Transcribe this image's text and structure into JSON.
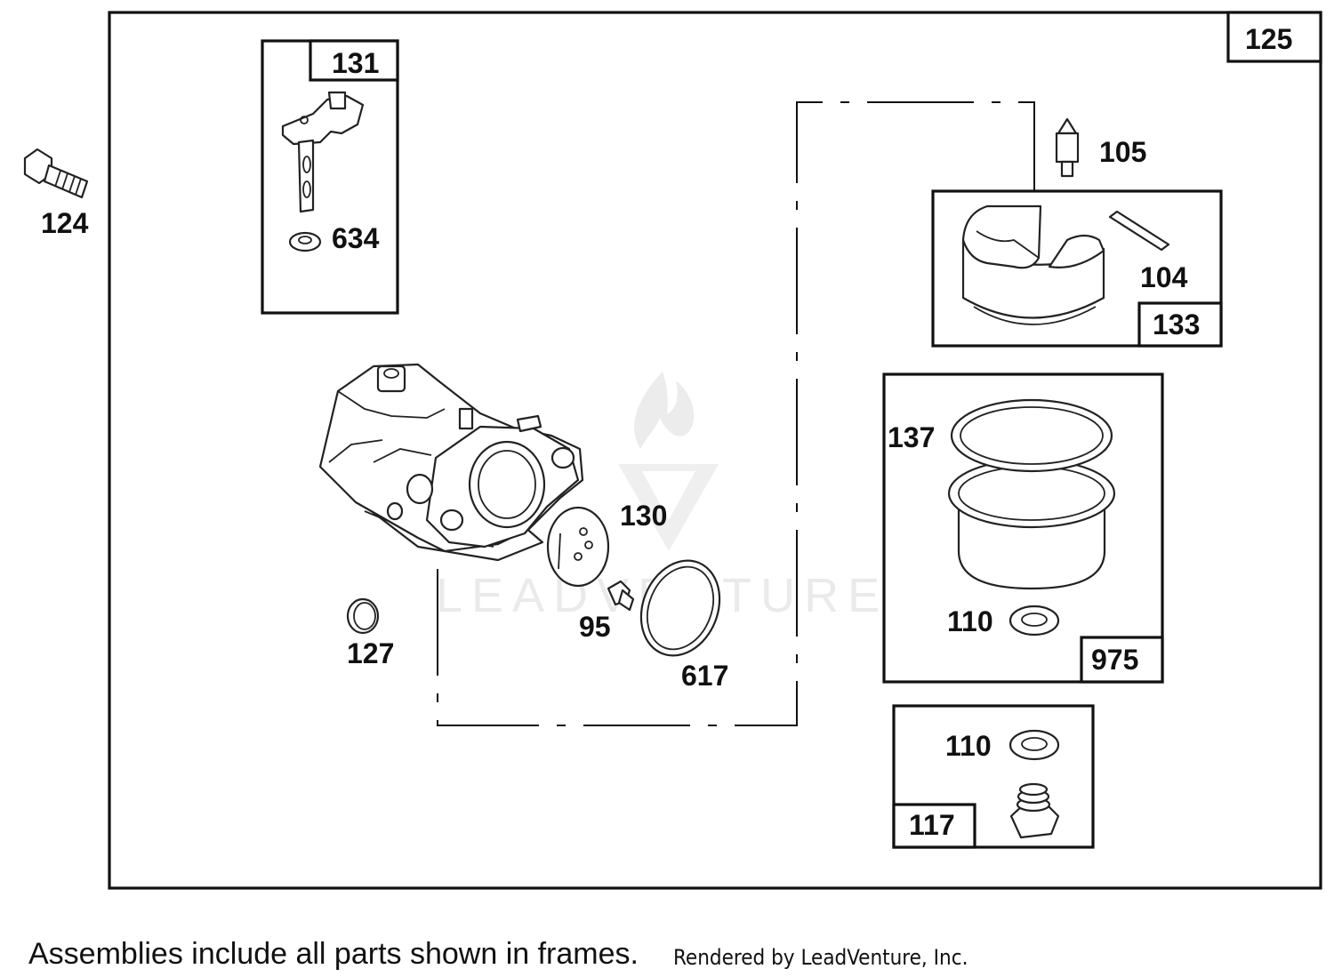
{
  "diagram": {
    "frames": {
      "main": "125",
      "choke": "131",
      "float": "133",
      "bowl": "975",
      "drain": "117"
    },
    "labels": {
      "bolt": "124",
      "choke_washer": "634",
      "needle": "105",
      "pin": "104",
      "bowl_ring": "137",
      "bowl_washer": "110",
      "drain_washer": "110",
      "gasket": "130",
      "screw": "95",
      "o_ring": "617",
      "plug": "127"
    },
    "watermark": "LEADVENTURE"
  },
  "footer": {
    "note": "Assemblies include all parts shown in frames.",
    "credit": "Rendered by LeadVenture, Inc."
  }
}
